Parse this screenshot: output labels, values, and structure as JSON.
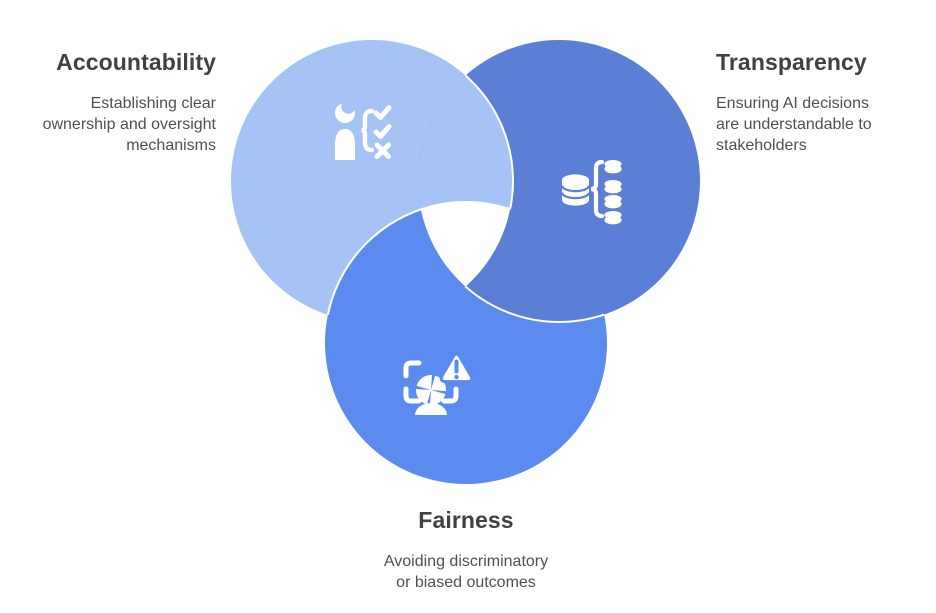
{
  "colors": {
    "accountability": "#A6C3F6",
    "transparency": "#5B7FD4",
    "fairness": "#5B8BEF",
    "icon": "#FFFFFF",
    "divider": "#FFFFFF",
    "title_text": "#3F4245",
    "body_text": "#4D5055",
    "background": "#FFFFFF"
  },
  "circles": {
    "accountability": {
      "title": "Accountability",
      "lines": [
        "Establishing clear",
        "ownership and oversight",
        "mechanisms"
      ],
      "icon": "person-checklist-icon"
    },
    "transparency": {
      "title": "Transparency",
      "lines": [
        "Ensuring AI decisions",
        "are understandable to",
        "stakeholders"
      ],
      "icon": "database-flow-icon"
    },
    "fairness": {
      "title": "Fairness",
      "lines": [
        "Avoiding discriminatory",
        "or biased outcomes"
      ],
      "icon": "bias-warning-scan-icon"
    }
  }
}
